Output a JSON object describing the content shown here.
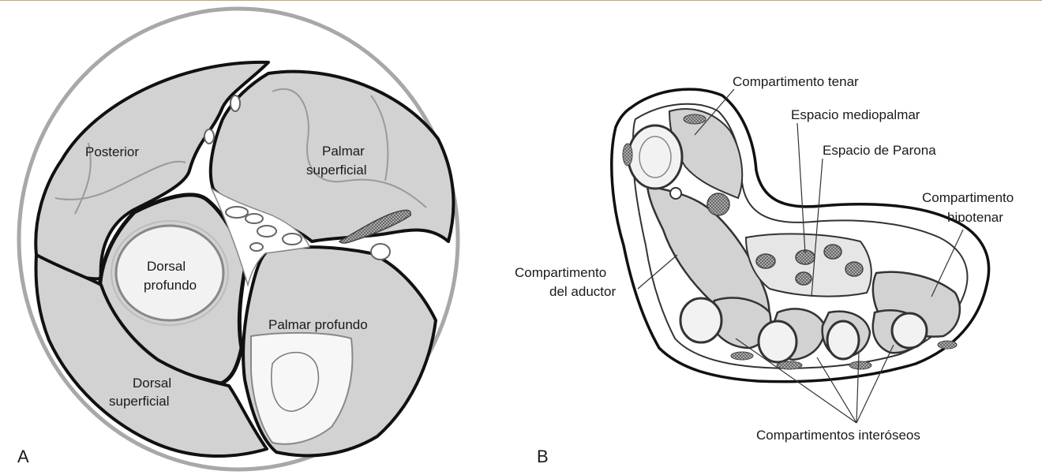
{
  "panel_a": {
    "letter": "A",
    "labels": {
      "posterior": "Posterior",
      "palmar_superficial_1": "Palmar",
      "palmar_superficial_2": "superficial",
      "dorsal_profundo_1": "Dorsal",
      "dorsal_profundo_2": "profundo",
      "palmar_profundo": "Palmar profundo",
      "dorsal_superficial_1": "Dorsal",
      "dorsal_superficial_2": "superficial"
    }
  },
  "panel_b": {
    "letter": "B",
    "labels": {
      "compartimento_tenar": "Compartimento tenar",
      "espacio_mediopalmar": "Espacio mediopalmar",
      "espacio_parona": "Espacio de Parona",
      "hipotenar_1": "Compartimento",
      "hipotenar_2": "hipotenar",
      "aductor_1": "Compartimento",
      "aductor_2": "del aductor",
      "interoseos": "Compartimentos interóseos"
    }
  },
  "colors": {
    "compartment_fill": "#d2d2d2",
    "outline": "#111111",
    "skin_ring": "#a8a8a8",
    "bone": "#f2f2f2"
  }
}
